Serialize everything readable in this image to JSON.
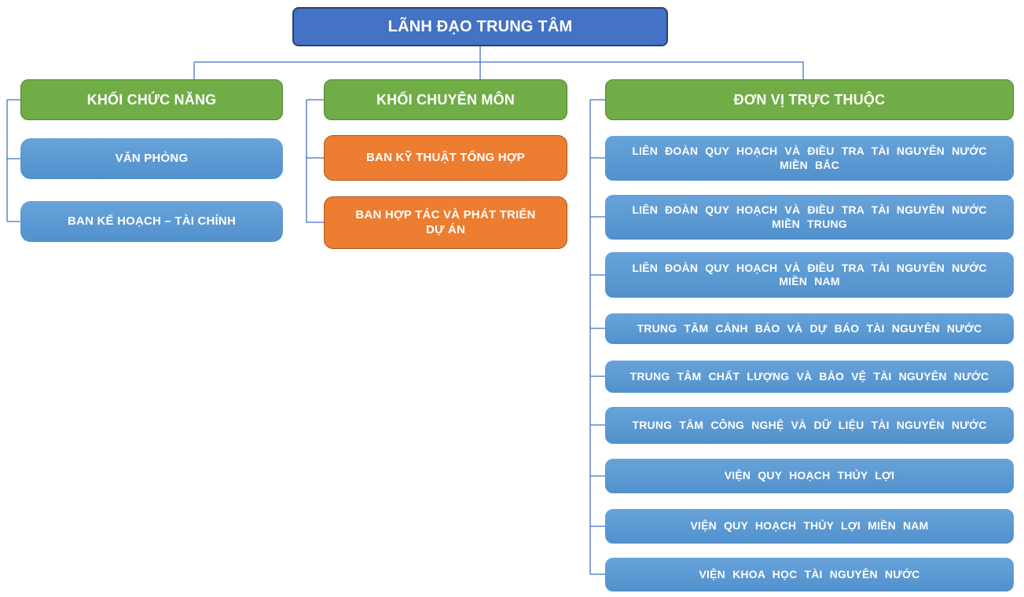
{
  "colors": {
    "root_fill": "#4472C4",
    "root_border": "#2A4073",
    "header_fill": "#70AD47",
    "header_border": "#548235",
    "blue_fill_top": "#68A3DA",
    "blue_fill_bottom": "#5191CC",
    "orange_fill": "#ED7D31",
    "orange_border": "#AC5A20",
    "connector": "#4472C4",
    "text": "#FFFFFF"
  },
  "org": {
    "root": {
      "label": "LÃNH ĐẠO TRUNG TÂM"
    },
    "groups": [
      {
        "header": "KHỐI CHỨC NĂNG",
        "children": [
          {
            "label": "VĂN PHÒNG"
          },
          {
            "label": "BAN KẾ HOẠCH – TÀI CHÍNH"
          }
        ]
      },
      {
        "header": "KHỐI CHUYÊN MÔN",
        "children": [
          {
            "label": "BAN KỸ THUẬT TỔNG HỢP"
          },
          {
            "label": "BAN HỢP TÁC VÀ PHÁT TRIỂN DỰ ÁN"
          }
        ]
      },
      {
        "header": "ĐƠN VỊ TRỰC THUỘC",
        "children": [
          {
            "label": "LIÊN ĐOÀN QUY HOẠCH VÀ ĐIỀU TRA TÀI NGUYÊN NƯỚC MIỀN BẮC"
          },
          {
            "label": "LIÊN ĐOÀN QUY HOẠCH VÀ ĐIỀU TRA TÀI NGUYÊN NƯỚC MIỀN TRUNG"
          },
          {
            "label": "LIÊN ĐOÀN QUY HOẠCH VÀ ĐIỀU TRA TÀI NGUYÊN NƯỚC MIỀN NAM"
          },
          {
            "label": "TRUNG TÂM CẢNH BÁO VÀ DỰ BÁO TÀI NGUYÊN NƯỚC"
          },
          {
            "label": "TRUNG TÂM CHẤT LƯỢNG VÀ BẢO VỆ TÀI NGUYÊN NƯỚC"
          },
          {
            "label": "TRUNG TÂM CÔNG NGHỆ VÀ DỮ LIỆU TÀI NGUYÊN NƯỚC"
          },
          {
            "label": "VIỆN QUY HOẠCH THỦY LỢI"
          },
          {
            "label": "VIỆN QUY HOẠCH THỦY LỢI MIỀN NAM"
          },
          {
            "label": "VIỆN KHOA HỌC TÀI NGUYÊN NƯỚC"
          }
        ]
      }
    ]
  }
}
